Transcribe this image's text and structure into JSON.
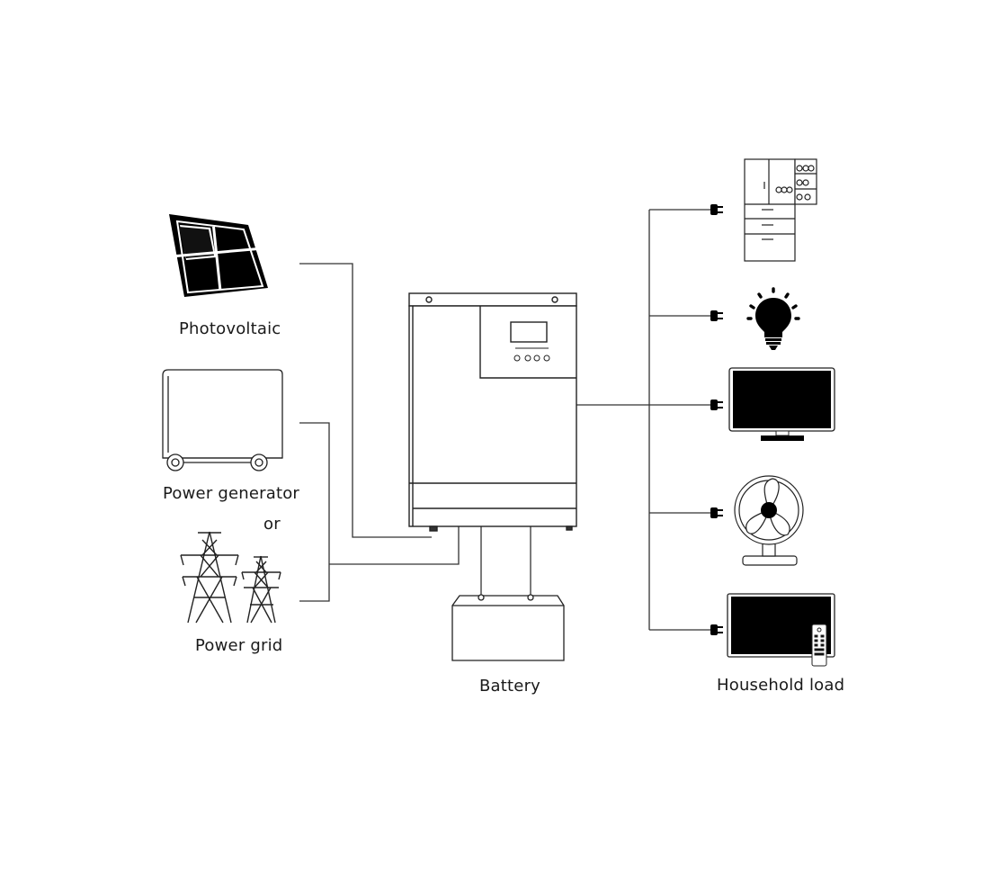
{
  "labels": {
    "photovoltaic": "Photovoltaic",
    "power_generator": "Power generator",
    "or": "or",
    "power_grid": "Power grid",
    "battery": "Battery",
    "household_load": "Household load"
  },
  "colors": {
    "line": "#333333",
    "fill_dark": "#000000",
    "outline": "#222222",
    "background": "#ffffff"
  },
  "icons": {
    "solar_panel": "solar-panel-icon",
    "generator": "generator-icon",
    "power_tower": "power-tower-icon",
    "inverter": "inverter-device",
    "battery": "battery-icon",
    "plug": "plug-icon",
    "fridge": "fridge-icon",
    "bulb": "light-bulb-icon",
    "monitor": "monitor-icon",
    "fan": "fan-icon",
    "tv": "tv-icon",
    "remote": "remote-control-icon"
  }
}
